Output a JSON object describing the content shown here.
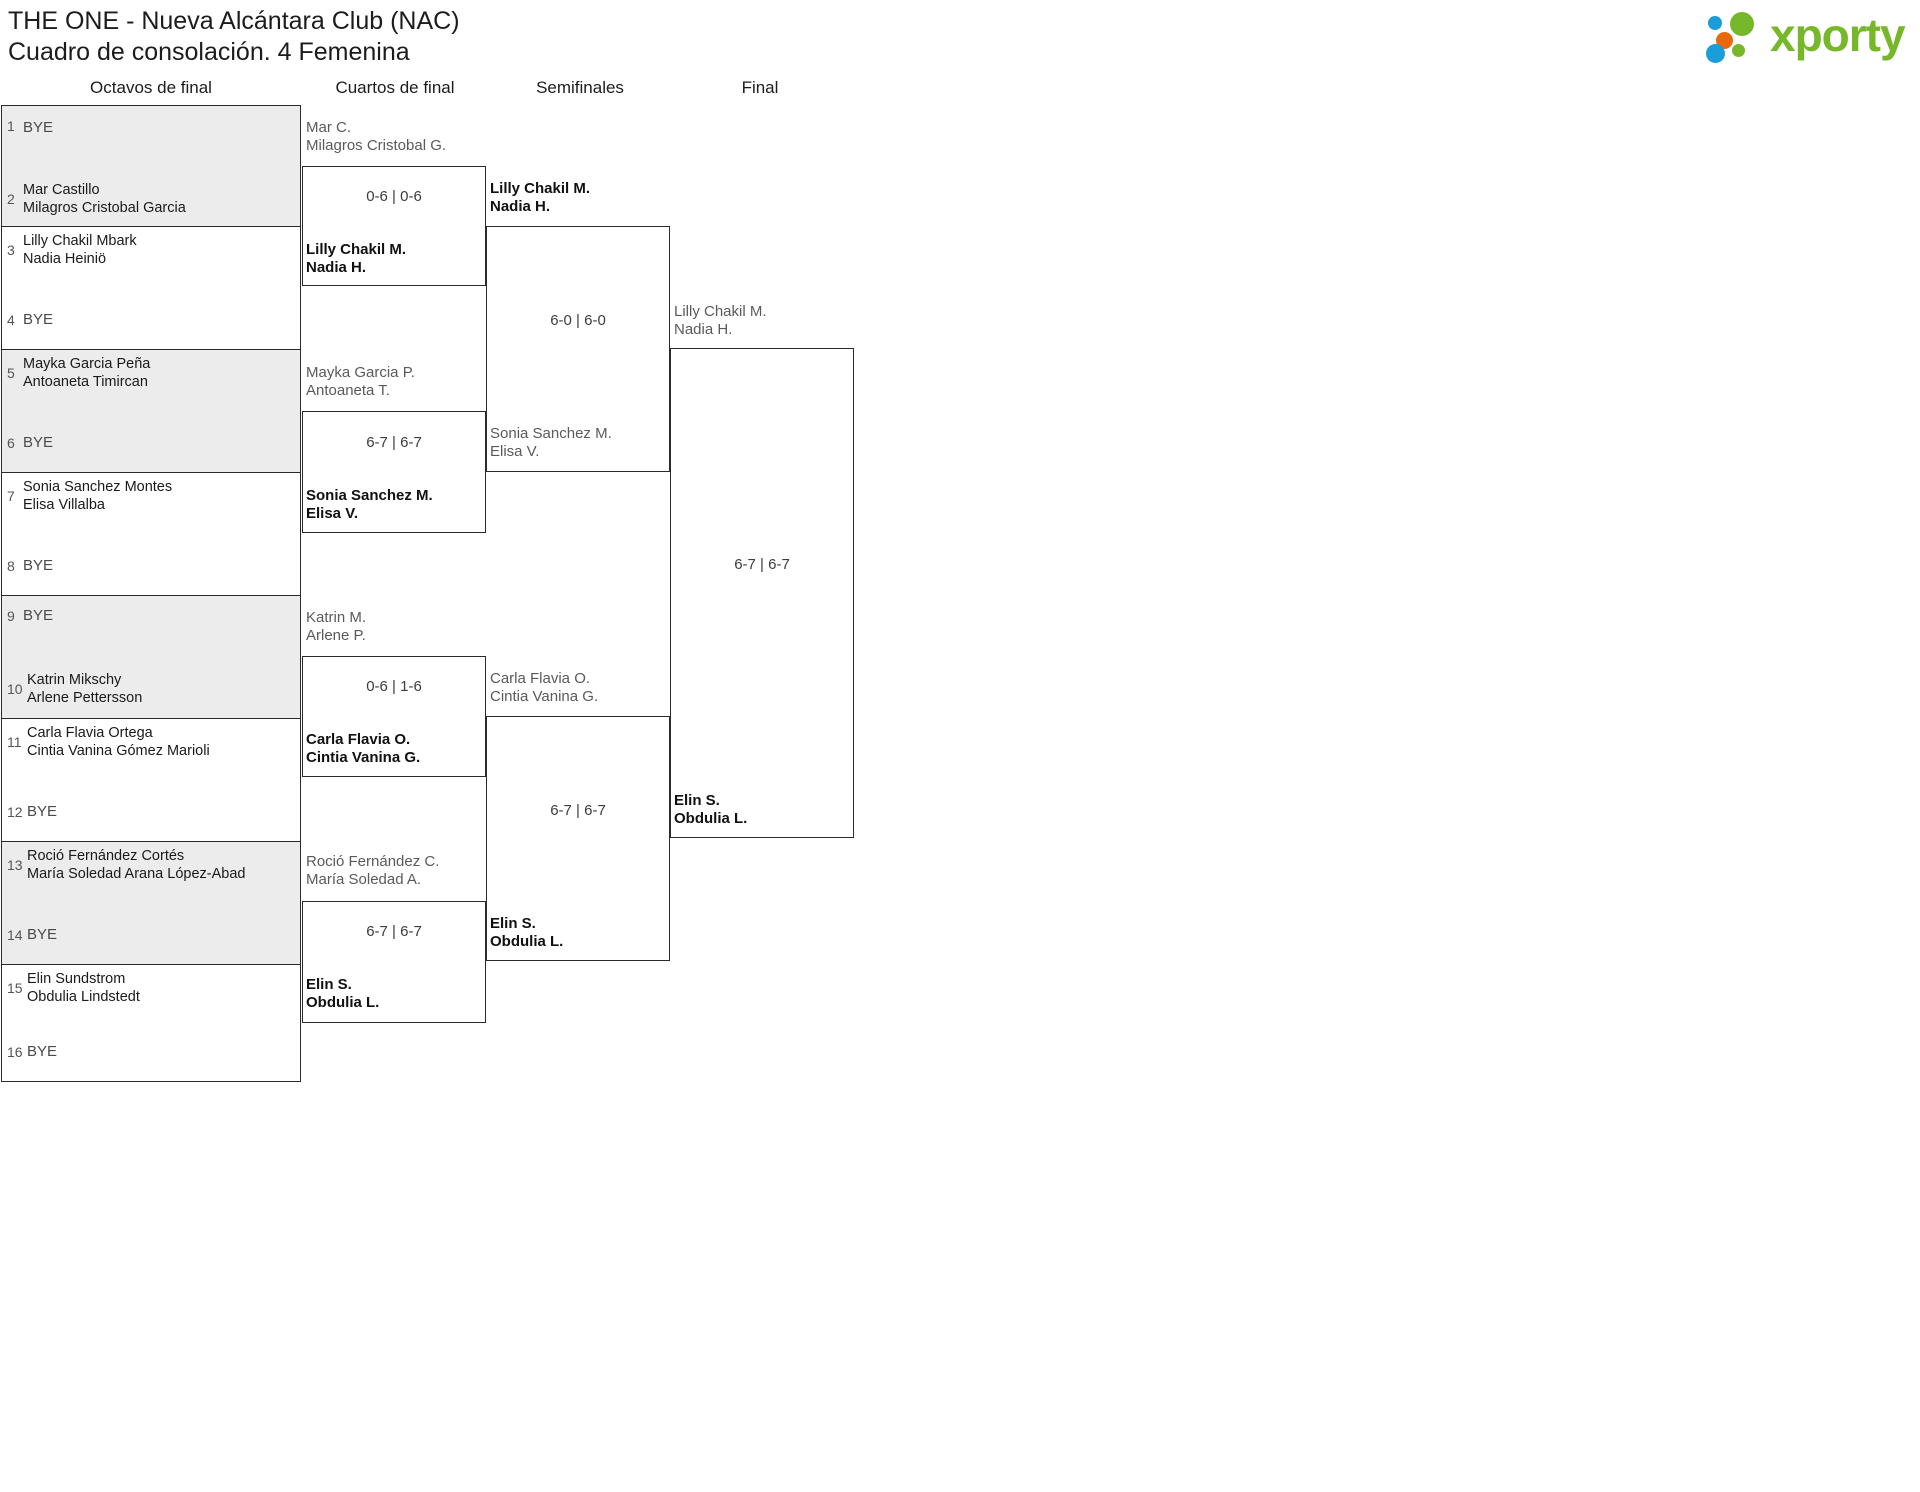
{
  "header": {
    "title_line1": "THE ONE - Nueva Alcántara Club (NAC)",
    "title_line2": "Cuadro de consolación. 4 Femenina",
    "logo_text": "xporty",
    "logo_colors": {
      "green": "#76b82a",
      "blue": "#1b9dd9",
      "orange": "#e8690b"
    }
  },
  "rounds": [
    {
      "label": "Octavos de final"
    },
    {
      "label": "Cuartos de final"
    },
    {
      "label": "Semifinales"
    },
    {
      "label": "Final"
    }
  ],
  "bracket_data": {
    "type": "bracket",
    "round1": [
      {
        "seed": "1",
        "bye": true,
        "text": "BYE",
        "p1": "",
        "p2": ""
      },
      {
        "seed": "2",
        "bye": false,
        "text": "",
        "p1": "Mar Castillo",
        "p2": "Milagros Cristobal Garcia"
      },
      {
        "seed": "3",
        "bye": false,
        "text": "",
        "p1": "Lilly Chakil Mbark",
        "p2": "Nadia Heiniö"
      },
      {
        "seed": "4",
        "bye": true,
        "text": "BYE",
        "p1": "",
        "p2": ""
      },
      {
        "seed": "5",
        "bye": false,
        "text": "",
        "p1": "Mayka Garcia Peña",
        "p2": "Antoaneta Timircan"
      },
      {
        "seed": "6",
        "bye": true,
        "text": "BYE",
        "p1": "",
        "p2": ""
      },
      {
        "seed": "7",
        "bye": false,
        "text": "",
        "p1": "Sonia Sanchez Montes",
        "p2": "Elisa Villalba"
      },
      {
        "seed": "8",
        "bye": true,
        "text": "BYE",
        "p1": "",
        "p2": ""
      },
      {
        "seed": "9",
        "bye": true,
        "text": "BYE",
        "p1": "",
        "p2": ""
      },
      {
        "seed": "10",
        "bye": false,
        "text": "",
        "p1": "Katrin Mikschy",
        "p2": "Arlene Pettersson"
      },
      {
        "seed": "11",
        "bye": false,
        "text": "",
        "p1": "Carla Flavia Ortega",
        "p2": "Cintia Vanina Gómez Marioli"
      },
      {
        "seed": "12",
        "bye": true,
        "text": "BYE",
        "p1": "",
        "p2": ""
      },
      {
        "seed": "13",
        "bye": false,
        "text": "",
        "p1": "Roció Fernández Cortés",
        "p2": "María Soledad Arana López-Abad"
      },
      {
        "seed": "14",
        "bye": true,
        "text": "BYE",
        "p1": "",
        "p2": ""
      },
      {
        "seed": "15",
        "bye": false,
        "text": "",
        "p1": "Elin Sundstrom",
        "p2": "Obdulia Lindstedt"
      },
      {
        "seed": "16",
        "bye": true,
        "text": "BYE",
        "p1": "",
        "p2": ""
      }
    ],
    "quarterfinals": [
      {
        "top_p1": "Mar C.",
        "top_p2": "Milagros Cristobal G.",
        "top_state": "loser",
        "bot_p1": "Lilly Chakil M.",
        "bot_p2": "Nadia H.",
        "bot_state": "winner",
        "score": "0-6 | 0-6"
      },
      {
        "top_p1": "Mayka Garcia P.",
        "top_p2": "Antoaneta T.",
        "top_state": "loser",
        "bot_p1": "Sonia Sanchez M.",
        "bot_p2": "Elisa V.",
        "bot_state": "winner",
        "score": "6-7 | 6-7"
      },
      {
        "top_p1": "Katrin M.",
        "top_p2": "Arlene P.",
        "top_state": "loser",
        "bot_p1": "Carla Flavia O.",
        "bot_p2": "Cintia Vanina G.",
        "bot_state": "winner",
        "score": "0-6 | 1-6"
      },
      {
        "top_p1": "Roció Fernández C.",
        "top_p2": "María Soledad A.",
        "top_state": "loser",
        "bot_p1": "Elin S.",
        "bot_p2": "Obdulia L.",
        "bot_state": "winner",
        "score": "6-7 | 6-7"
      }
    ],
    "semifinals": [
      {
        "top_p1": "Lilly Chakil M.",
        "top_p2": "Nadia H.",
        "top_state": "winner",
        "bot_p1": "Sonia Sanchez M.",
        "bot_p2": "Elisa V.",
        "bot_state": "loser",
        "score": "6-0 | 6-0"
      },
      {
        "top_p1": "Carla Flavia O.",
        "top_p2": "Cintia Vanina G.",
        "top_state": "loser",
        "bot_p1": "Elin S.",
        "bot_p2": "Obdulia L.",
        "bot_state": "winner",
        "score": "6-7 | 6-7"
      }
    ],
    "final": [
      {
        "top_p1": "Lilly Chakil M.",
        "top_p2": "Nadia H.",
        "top_state": "loser",
        "bot_p1": "Elin S.",
        "bot_p2": "Obdulia L.",
        "bot_state": "winner",
        "score": "6-7 | 6-7"
      }
    ]
  }
}
